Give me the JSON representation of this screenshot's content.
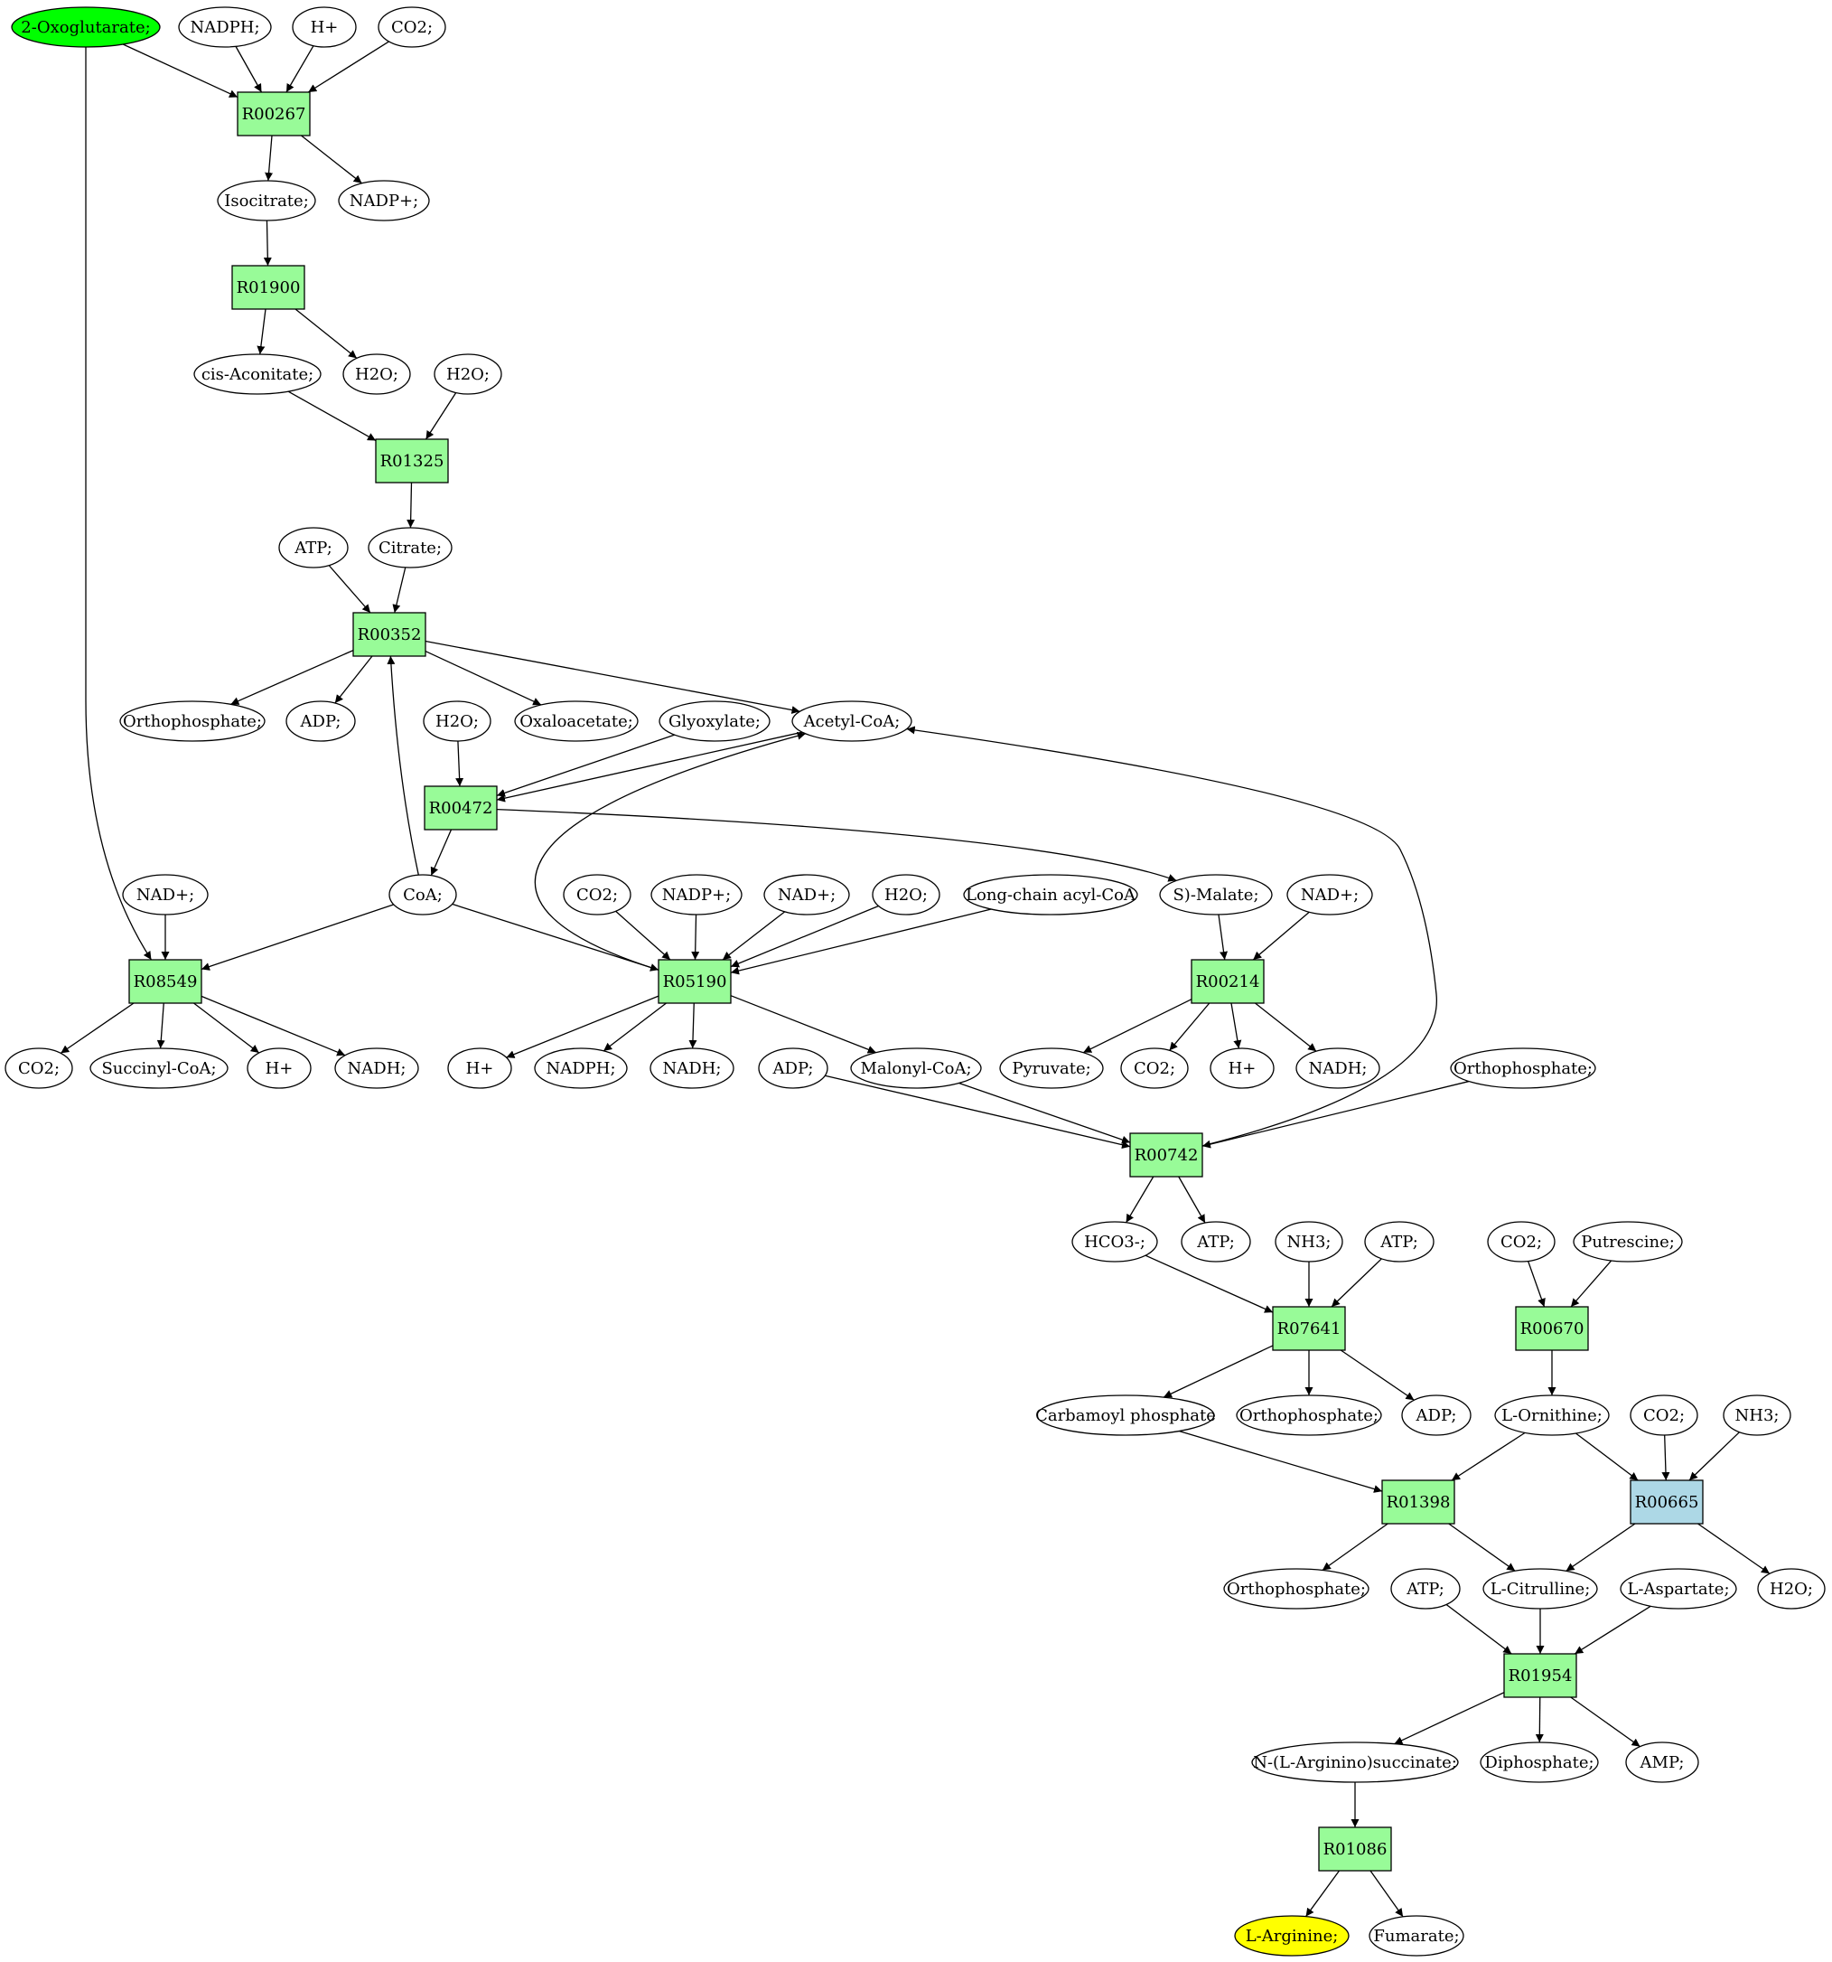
{
  "colors": {
    "reaction": "#98fb98",
    "reaction_alt": "#add8e6",
    "source": "#00ff00",
    "target": "#ffff00",
    "compound": "#ffffff",
    "stroke": "#000000"
  },
  "nodes": [
    {
      "id": "n_oxo",
      "label": "2-Oxoglutarate;",
      "kind": "compound",
      "fill": "source"
    },
    {
      "id": "n_nadph1",
      "label": "NADPH;",
      "kind": "compound"
    },
    {
      "id": "n_hplus1",
      "label": "H+",
      "kind": "compound"
    },
    {
      "id": "n_co2_1",
      "label": "CO2;",
      "kind": "compound"
    },
    {
      "id": "r_R00267",
      "label": "R00267",
      "kind": "reaction"
    },
    {
      "id": "n_isocit",
      "label": "Isocitrate;",
      "kind": "compound"
    },
    {
      "id": "n_nadp1",
      "label": "NADP+;",
      "kind": "compound"
    },
    {
      "id": "r_R01900",
      "label": "R01900",
      "kind": "reaction"
    },
    {
      "id": "n_cisacon",
      "label": "cis-Aconitate;",
      "kind": "compound"
    },
    {
      "id": "n_h2o_a",
      "label": "H2O;",
      "kind": "compound"
    },
    {
      "id": "n_h2o_b",
      "label": "H2O;",
      "kind": "compound"
    },
    {
      "id": "r_R01325",
      "label": "R01325",
      "kind": "reaction"
    },
    {
      "id": "n_atp1",
      "label": "ATP;",
      "kind": "compound"
    },
    {
      "id": "n_citrate",
      "label": "Citrate;",
      "kind": "compound"
    },
    {
      "id": "r_R00352",
      "label": "R00352",
      "kind": "reaction"
    },
    {
      "id": "n_ortho1",
      "label": "Orthophosphate;",
      "kind": "compound"
    },
    {
      "id": "n_adp1",
      "label": "ADP;",
      "kind": "compound"
    },
    {
      "id": "n_h2o_c",
      "label": "H2O;",
      "kind": "compound"
    },
    {
      "id": "n_oxaloac",
      "label": "Oxaloacetate;",
      "kind": "compound"
    },
    {
      "id": "n_glyox",
      "label": "Glyoxylate;",
      "kind": "compound"
    },
    {
      "id": "n_acetyl",
      "label": "Acetyl-CoA;",
      "kind": "compound"
    },
    {
      "id": "r_R00472",
      "label": "R00472",
      "kind": "reaction"
    },
    {
      "id": "n_nad_a",
      "label": "NAD+;",
      "kind": "compound"
    },
    {
      "id": "n_coa",
      "label": "CoA;",
      "kind": "compound"
    },
    {
      "id": "n_co2_2",
      "label": "CO2;",
      "kind": "compound"
    },
    {
      "id": "n_nadp2",
      "label": "NADP+;",
      "kind": "compound"
    },
    {
      "id": "n_nad_b",
      "label": "NAD+;",
      "kind": "compound"
    },
    {
      "id": "n_h2o_d",
      "label": "H2O;",
      "kind": "compound"
    },
    {
      "id": "n_longchain",
      "label": "Long-chain acyl-CoA",
      "kind": "compound"
    },
    {
      "id": "n_smalate",
      "label": "S)-Malate;",
      "kind": "compound"
    },
    {
      "id": "n_nad_c",
      "label": "NAD+;",
      "kind": "compound"
    },
    {
      "id": "r_R08549",
      "label": "R08549",
      "kind": "reaction"
    },
    {
      "id": "r_R05190",
      "label": "R05190",
      "kind": "reaction"
    },
    {
      "id": "r_R00214",
      "label": "R00214",
      "kind": "reaction"
    },
    {
      "id": "n_co2_3",
      "label": "CO2;",
      "kind": "compound"
    },
    {
      "id": "n_succoa",
      "label": "Succinyl-CoA;",
      "kind": "compound"
    },
    {
      "id": "n_hplus2",
      "label": "H+",
      "kind": "compound"
    },
    {
      "id": "n_nadh1",
      "label": "NADH;",
      "kind": "compound"
    },
    {
      "id": "n_hplus3",
      "label": "H+",
      "kind": "compound"
    },
    {
      "id": "n_nadph2",
      "label": "NADPH;",
      "kind": "compound"
    },
    {
      "id": "n_nadh2",
      "label": "NADH;",
      "kind": "compound"
    },
    {
      "id": "n_adp2",
      "label": "ADP;",
      "kind": "compound"
    },
    {
      "id": "n_malonyl",
      "label": "Malonyl-CoA;",
      "kind": "compound"
    },
    {
      "id": "n_pyruvate",
      "label": "Pyruvate;",
      "kind": "compound"
    },
    {
      "id": "n_co2_4",
      "label": "CO2;",
      "kind": "compound"
    },
    {
      "id": "n_hplus4",
      "label": "H+",
      "kind": "compound"
    },
    {
      "id": "n_nadh3",
      "label": "NADH;",
      "kind": "compound"
    },
    {
      "id": "n_ortho2",
      "label": "Orthophosphate;",
      "kind": "compound"
    },
    {
      "id": "r_R00742",
      "label": "R00742",
      "kind": "reaction"
    },
    {
      "id": "n_hco3",
      "label": "HCO3-;",
      "kind": "compound"
    },
    {
      "id": "n_atp2",
      "label": "ATP;",
      "kind": "compound"
    },
    {
      "id": "n_nh3_1",
      "label": "NH3;",
      "kind": "compound"
    },
    {
      "id": "n_atp3",
      "label": "ATP;",
      "kind": "compound"
    },
    {
      "id": "n_co2_5",
      "label": "CO2;",
      "kind": "compound"
    },
    {
      "id": "n_putresc",
      "label": "Putrescine;",
      "kind": "compound"
    },
    {
      "id": "r_R07641",
      "label": "R07641",
      "kind": "reaction"
    },
    {
      "id": "r_R00670",
      "label": "R00670",
      "kind": "reaction"
    },
    {
      "id": "n_carbphos",
      "label": "Carbamoyl phosphate",
      "kind": "compound"
    },
    {
      "id": "n_ortho3",
      "label": "Orthophosphate;",
      "kind": "compound"
    },
    {
      "id": "n_adp3",
      "label": "ADP;",
      "kind": "compound"
    },
    {
      "id": "n_orn",
      "label": "L-Ornithine;",
      "kind": "compound"
    },
    {
      "id": "n_co2_6",
      "label": "CO2;",
      "kind": "compound"
    },
    {
      "id": "n_nh3_2",
      "label": "NH3;",
      "kind": "compound"
    },
    {
      "id": "r_R01398",
      "label": "R01398",
      "kind": "reaction"
    },
    {
      "id": "r_R00665",
      "label": "R00665",
      "kind": "reaction",
      "fill": "reaction_alt"
    },
    {
      "id": "n_ortho4",
      "label": "Orthophosphate;",
      "kind": "compound"
    },
    {
      "id": "n_atp4",
      "label": "ATP;",
      "kind": "compound"
    },
    {
      "id": "n_citrul",
      "label": "L-Citrulline;",
      "kind": "compound"
    },
    {
      "id": "n_asp",
      "label": "L-Aspartate;",
      "kind": "compound"
    },
    {
      "id": "n_h2o_e",
      "label": "H2O;",
      "kind": "compound"
    },
    {
      "id": "r_R01954",
      "label": "R01954",
      "kind": "reaction"
    },
    {
      "id": "n_argsucc",
      "label": "N-(L-Arginino)succinate;",
      "kind": "compound"
    },
    {
      "id": "n_diphos",
      "label": "Diphosphate;",
      "kind": "compound"
    },
    {
      "id": "n_amp",
      "label": "AMP;",
      "kind": "compound"
    },
    {
      "id": "r_R01086",
      "label": "R01086",
      "kind": "reaction"
    },
    {
      "id": "n_arg",
      "label": "L-Arginine;",
      "kind": "compound",
      "fill": "target"
    },
    {
      "id": "n_fumarate",
      "label": "Fumarate;",
      "kind": "compound"
    }
  ],
  "edges": [
    [
      "n_oxo",
      "r_R00267"
    ],
    [
      "n_nadph1",
      "r_R00267"
    ],
    [
      "n_hplus1",
      "r_R00267"
    ],
    [
      "n_co2_1",
      "r_R00267"
    ],
    [
      "r_R00267",
      "n_isocit"
    ],
    [
      "r_R00267",
      "n_nadp1"
    ],
    [
      "n_isocit",
      "r_R01900"
    ],
    [
      "r_R01900",
      "n_cisacon"
    ],
    [
      "r_R01900",
      "n_h2o_a"
    ],
    [
      "n_cisacon",
      "r_R01325"
    ],
    [
      "n_h2o_b",
      "r_R01325"
    ],
    [
      "r_R01325",
      "n_citrate"
    ],
    [
      "n_atp1",
      "r_R00352"
    ],
    [
      "n_citrate",
      "r_R00352"
    ],
    [
      "n_coa",
      "r_R00352"
    ],
    [
      "r_R00352",
      "n_ortho1"
    ],
    [
      "r_R00352",
      "n_adp1"
    ],
    [
      "r_R00352",
      "n_oxaloac"
    ],
    [
      "r_R00352",
      "n_acetyl"
    ],
    [
      "n_h2o_c",
      "r_R00472"
    ],
    [
      "n_glyox",
      "r_R00472"
    ],
    [
      "n_acetyl",
      "r_R00472"
    ],
    [
      "r_R00472",
      "n_coa"
    ],
    [
      "r_R00472",
      "n_smalate"
    ],
    [
      "n_oxo",
      "r_R08549"
    ],
    [
      "n_nad_a",
      "r_R08549"
    ],
    [
      "n_coa",
      "r_R08549"
    ],
    [
      "r_R08549",
      "n_co2_3"
    ],
    [
      "r_R08549",
      "n_succoa"
    ],
    [
      "r_R08549",
      "n_hplus2"
    ],
    [
      "r_R08549",
      "n_nadh1"
    ],
    [
      "n_coa",
      "r_R05190"
    ],
    [
      "n_co2_2",
      "r_R05190"
    ],
    [
      "n_nadp2",
      "r_R05190"
    ],
    [
      "n_nad_b",
      "r_R05190"
    ],
    [
      "n_h2o_d",
      "r_R05190"
    ],
    [
      "n_longchain",
      "r_R05190"
    ],
    [
      "r_R05190",
      "n_acetyl"
    ],
    [
      "r_R05190",
      "n_hplus3"
    ],
    [
      "r_R05190",
      "n_nadph2"
    ],
    [
      "r_R05190",
      "n_nadh2"
    ],
    [
      "r_R05190",
      "n_malonyl"
    ],
    [
      "n_smalate",
      "r_R00214"
    ],
    [
      "n_nad_c",
      "r_R00214"
    ],
    [
      "r_R00214",
      "n_pyruvate"
    ],
    [
      "r_R00214",
      "n_co2_4"
    ],
    [
      "r_R00214",
      "n_hplus4"
    ],
    [
      "r_R00214",
      "n_nadh3"
    ],
    [
      "n_adp2",
      "r_R00742"
    ],
    [
      "n_malonyl",
      "r_R00742"
    ],
    [
      "n_ortho2",
      "r_R00742"
    ],
    [
      "r_R00742",
      "n_acetyl"
    ],
    [
      "r_R00742",
      "n_hco3"
    ],
    [
      "r_R00742",
      "n_atp2"
    ],
    [
      "n_hco3",
      "r_R07641"
    ],
    [
      "n_nh3_1",
      "r_R07641"
    ],
    [
      "n_atp3",
      "r_R07641"
    ],
    [
      "r_R07641",
      "n_carbphos"
    ],
    [
      "r_R07641",
      "n_ortho3"
    ],
    [
      "r_R07641",
      "n_adp3"
    ],
    [
      "n_co2_5",
      "r_R00670"
    ],
    [
      "n_putresc",
      "r_R00670"
    ],
    [
      "r_R00670",
      "n_orn"
    ],
    [
      "n_carbphos",
      "r_R01398"
    ],
    [
      "n_orn",
      "r_R01398"
    ],
    [
      "r_R01398",
      "n_ortho4"
    ],
    [
      "r_R01398",
      "n_citrul"
    ],
    [
      "n_orn",
      "r_R00665"
    ],
    [
      "n_co2_6",
      "r_R00665"
    ],
    [
      "n_nh3_2",
      "r_R00665"
    ],
    [
      "r_R00665",
      "n_citrul"
    ],
    [
      "r_R00665",
      "n_h2o_e"
    ],
    [
      "n_atp4",
      "r_R01954"
    ],
    [
      "n_citrul",
      "r_R01954"
    ],
    [
      "n_asp",
      "r_R01954"
    ],
    [
      "r_R01954",
      "n_argsucc"
    ],
    [
      "r_R01954",
      "n_diphos"
    ],
    [
      "r_R01954",
      "n_amp"
    ],
    [
      "n_argsucc",
      "r_R01086"
    ],
    [
      "r_R01086",
      "n_arg"
    ],
    [
      "r_R01086",
      "n_fumarate"
    ]
  ]
}
